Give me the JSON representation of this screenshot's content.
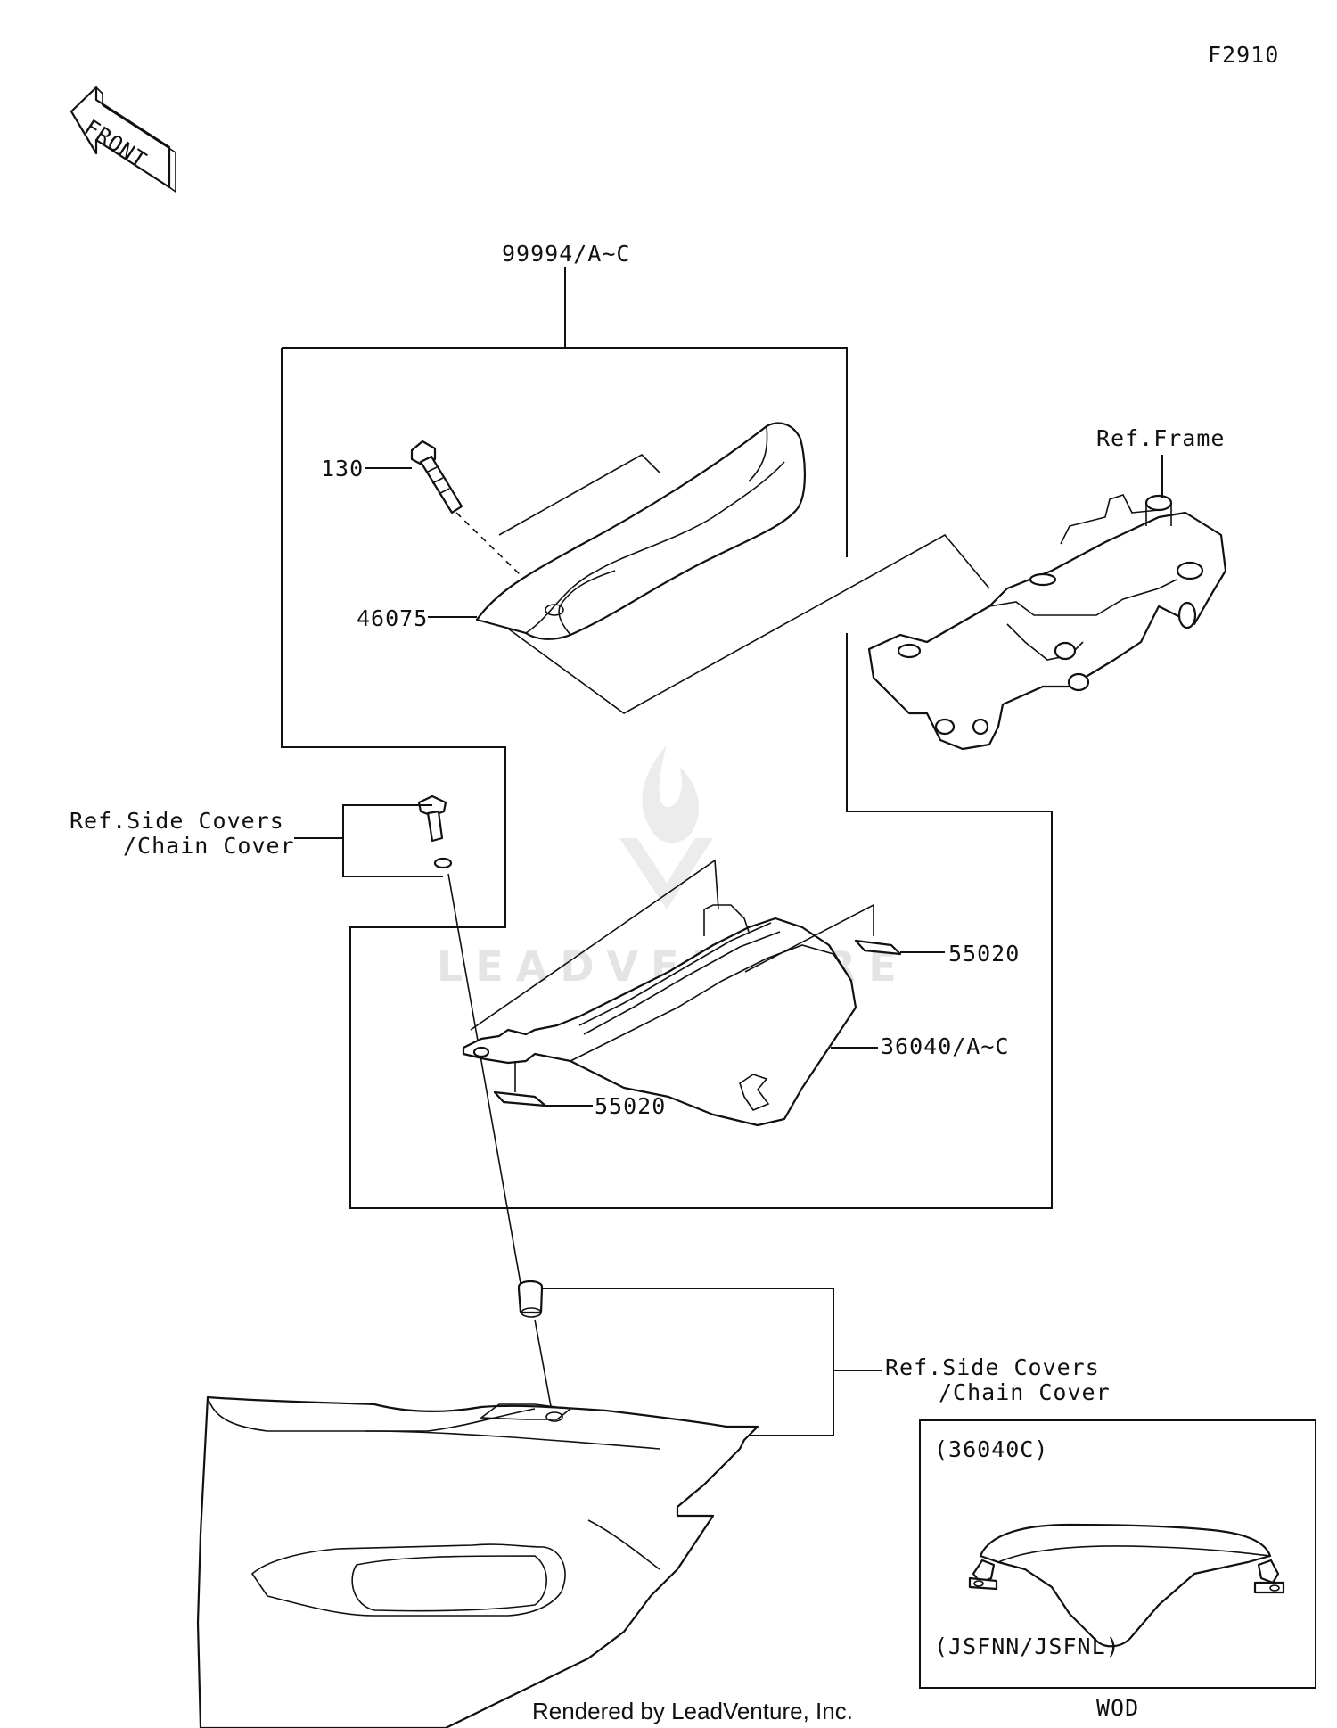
{
  "diagram_code": "F2910",
  "front_arrow_label": "FRONT",
  "assembly_label": "99994/A~C",
  "parts": {
    "bolt": "130",
    "grab_rail": "46075",
    "cover": "36040/A~C",
    "pad_upper": "55020",
    "pad_lower": "55020"
  },
  "refs": {
    "frame": "Ref.Frame",
    "side_covers_top_line1": "Ref.Side Covers",
    "side_covers_top_line2": "/Chain Cover",
    "side_covers_bottom_line1": "Ref.Side Covers",
    "side_covers_bottom_line2": "/Chain Cover"
  },
  "inset": {
    "part_code": "(36040C)",
    "variant_code": "(JSFNN/JSFNL)",
    "caption": "WOD"
  },
  "watermark": "LEADVENTURE",
  "footer": "Rendered by LeadVenture, Inc."
}
